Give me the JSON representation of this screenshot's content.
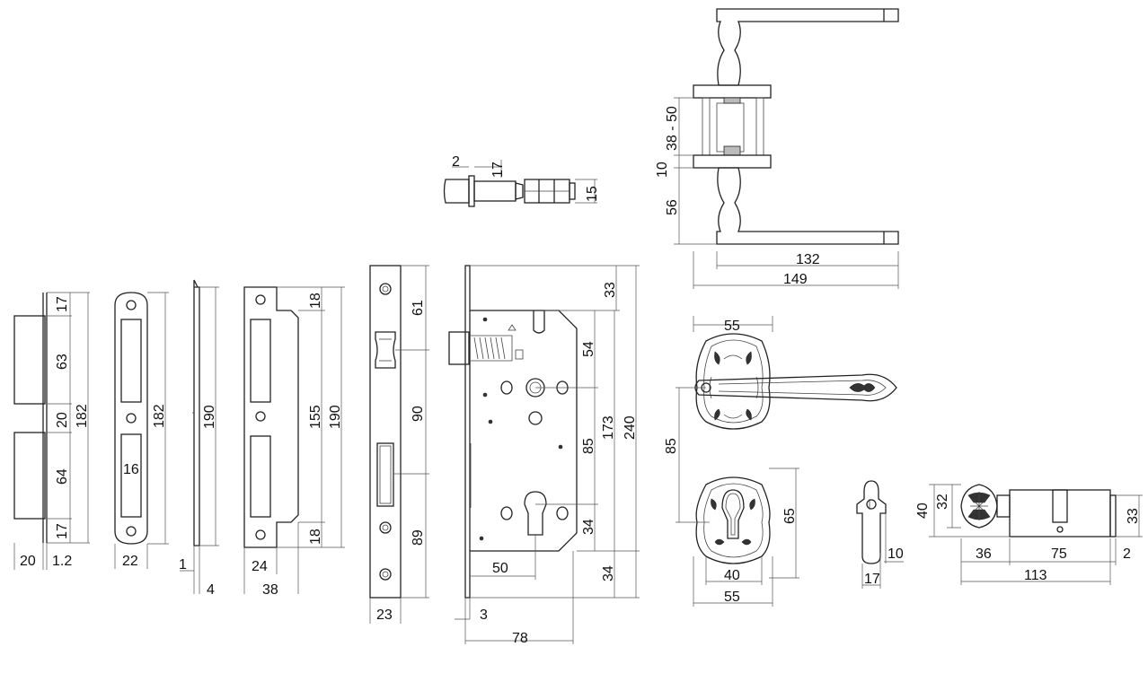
{
  "latch": {
    "dims": [
      "2",
      "17",
      "15"
    ]
  },
  "handle_side": {
    "dims": [
      "38 - 50",
      "10",
      "56",
      "132",
      "149"
    ]
  },
  "strike_plate_1": {
    "dims": [
      "17",
      "63",
      "20",
      "64",
      "17",
      "182",
      "20",
      "1.2"
    ]
  },
  "strike_plate_2": {
    "dims": [
      "182",
      "16",
      "22"
    ]
  },
  "plate_side": {
    "dims": [
      "190",
      "1",
      "4"
    ]
  },
  "strike_plate_3": {
    "dims": [
      "18",
      "155",
      "190",
      "18",
      "24",
      "38"
    ]
  },
  "forend": {
    "dims": [
      "61",
      "90",
      "89",
      "23"
    ]
  },
  "lock_body": {
    "dims": [
      "33",
      "54",
      "173",
      "85",
      "240",
      "34",
      "50",
      "34",
      "3",
      "78"
    ]
  },
  "rosette_front": {
    "dims": [
      "55",
      "85",
      "65",
      "40",
      "55"
    ]
  },
  "thumbturn": {
    "dims": [
      "10",
      "17"
    ]
  },
  "cylinder": {
    "dims": [
      "40",
      "32",
      "33",
      "36",
      "75",
      "2",
      "113"
    ]
  }
}
